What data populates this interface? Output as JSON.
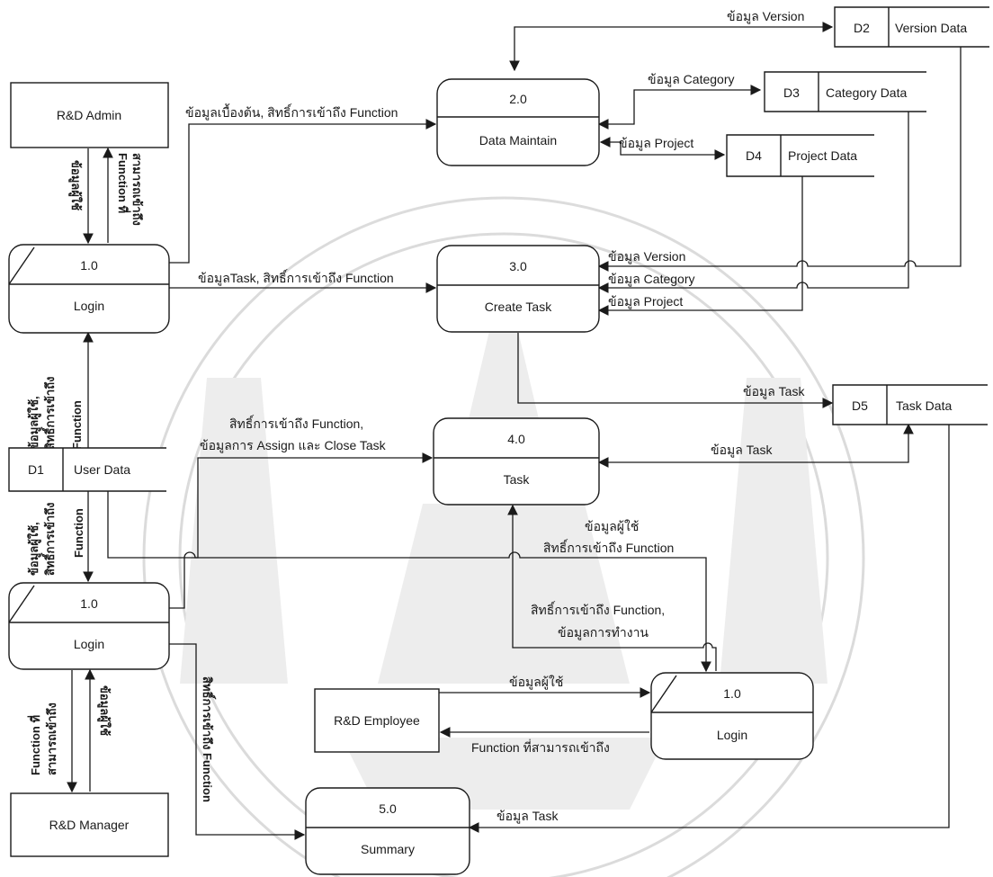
{
  "externals": {
    "admin": "R&D Admin",
    "manager": "R&D Manager",
    "employee": "R&D Employee"
  },
  "processes": {
    "p2": {
      "num": "2.0",
      "name": "Data Maintain"
    },
    "p3": {
      "num": "3.0",
      "name": "Create Task"
    },
    "p4": {
      "num": "4.0",
      "name": "Task"
    },
    "p5": {
      "num": "5.0",
      "name": "Summary"
    },
    "login_a": {
      "num": "1.0",
      "name": "Login"
    },
    "login_b": {
      "num": "1.0",
      "name": "Login"
    },
    "login_c": {
      "num": "1.0",
      "name": "Login"
    }
  },
  "stores": {
    "d1": {
      "id": "D1",
      "name": "User Data"
    },
    "d2": {
      "id": "D2",
      "name": "Version Data"
    },
    "d3": {
      "id": "D3",
      "name": "Category Data"
    },
    "d4": {
      "id": "D4",
      "name": "Project Data"
    },
    "d5": {
      "id": "D5",
      "name": "Task Data"
    }
  },
  "flows": {
    "version_to_d2": "ข้อมูล Version",
    "category_to_d3": "ข้อมูล Category",
    "project_to_d4": "ข้อมูล Project",
    "basic_access": "ข้อมูลเบื้องต้น, สิทธิ์การเข้าถึง Function",
    "task_access": "ข้อมูลTask, สิทธิ์การเข้าถึง Function",
    "version_in": "ข้อมูล Version",
    "category_in": "ข้อมูล Category",
    "project_in": "ข้อมูล Project",
    "task_to_d5": "ข้อมูล Task",
    "assign_line1": "สิทธิ์การเข้าถึง Function,",
    "assign_line2": "ข้อมูลการ Assign และ Close Task",
    "task_from_d5": "ข้อมูล Task",
    "user_access_line1": "ข้อมูลผู้ใช้",
    "user_access_line2": "สิทธิ์การเข้าถึง Function",
    "work_line1": "สิทธิ์การเข้าถึง Function,",
    "work_line2": "ข้อมูลการทำงาน",
    "emp_user": "ข้อมูลผู้ใช้",
    "emp_function": "Function ที่สามารถเข้าถึง",
    "task_to_summary": "ข้อมูล Task",
    "admin_user": "ข้อมูลผู้ใช้",
    "admin_func_a": "Function ที่",
    "admin_func_b": "สามารถเข้าถึง",
    "d1_up_a": "ข้อมูลผู้ใช้,",
    "d1_up_b": "สิทธิ์การเข้าถึง",
    "d1_up_c": "Function",
    "d1_down_a": "ข้อมูลผู้ใช้,",
    "d1_down_b": "สิทธิ์การเข้าถึง",
    "d1_down_c": "Function",
    "mgr_func_a": "Function ที่",
    "mgr_func_b": "สามารถเข้าถึง",
    "mgr_user": "ข้อมูลผู้ใช้",
    "summary_access": "สิทธิ์การเข้าถึง Function"
  }
}
